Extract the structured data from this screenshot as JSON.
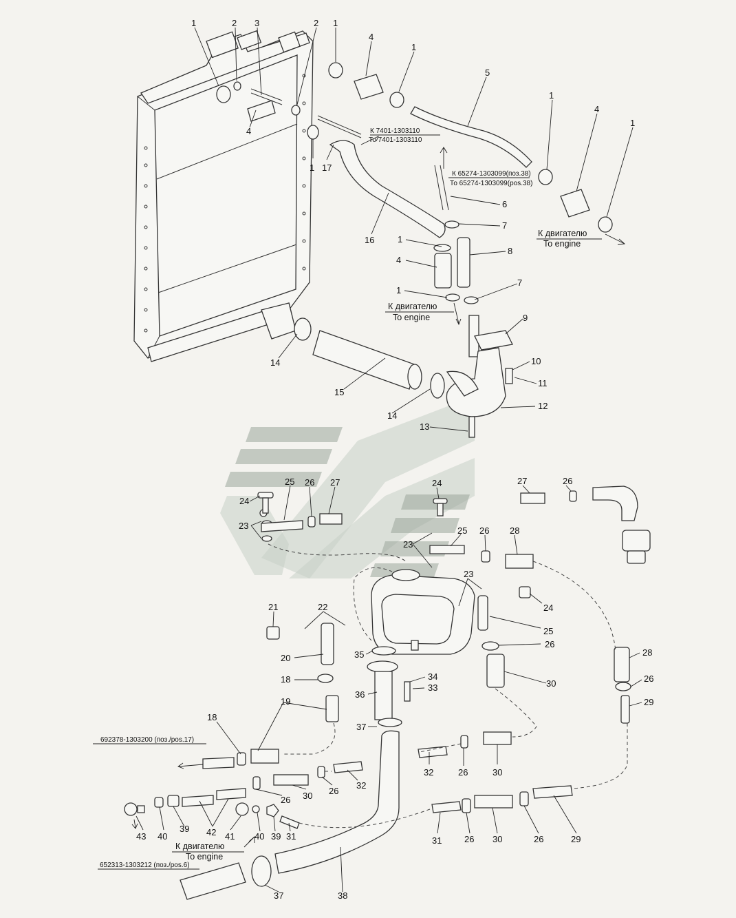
{
  "diagram": {
    "watermark_icon": "chevron-logo",
    "callouts_top": [
      "1",
      "2",
      "3",
      "2",
      "1",
      "4",
      "1",
      "5",
      "1",
      "4",
      "1",
      "4",
      "1",
      "17",
      "6",
      "7",
      "16",
      "1",
      "4",
      "8",
      "1",
      "7",
      "9",
      "10",
      "11",
      "12",
      "13",
      "14",
      "15",
      "14"
    ],
    "callouts_bottom": [
      "24",
      "25",
      "26",
      "27",
      "27",
      "26",
      "24",
      "23",
      "23",
      "25",
      "26",
      "28",
      "23",
      "24",
      "25",
      "26",
      "21",
      "22",
      "20",
      "35",
      "34",
      "33",
      "36",
      "18",
      "19",
      "30",
      "28",
      "26",
      "29",
      "18",
      "37",
      "32",
      "26",
      "30",
      "26",
      "30",
      "26",
      "32",
      "43",
      "40",
      "39",
      "42",
      "41",
      "40",
      "39",
      "31",
      "31",
      "26",
      "30",
      "26",
      "29",
      "37",
      "38"
    ],
    "notes": {
      "k7401_ru": "К 7401-1303110",
      "k7401_en": "То 7401-1303110",
      "k65274_ru": "К 65274-1303099(поз.38)",
      "k65274_en": "То 65274-1303099(pos.38)",
      "engine_ru": "К двигателю",
      "engine_en": "To engine",
      "ref_692378": "692378-1303200 (поз./pos.17)",
      "ref_652313": "652313-1303212 (поз./pos.6)"
    }
  }
}
